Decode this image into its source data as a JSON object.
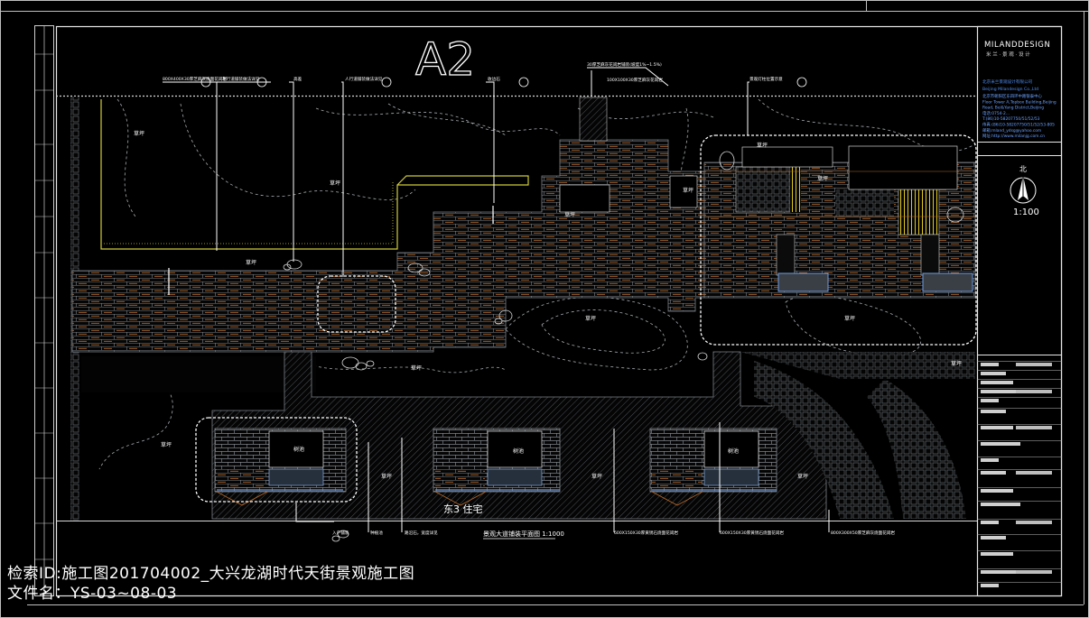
{
  "drawing": {
    "sheet_label": "A2",
    "scale": "1:100",
    "north_label": "北",
    "building_label": "东3  住宅",
    "plan_title": "景观大道铺装平面图 1:1000",
    "colors": {
      "background": "#000000",
      "frame": "#ffffff",
      "paving": "#8a8f95",
      "paving_orange": "#c07028",
      "dashed": "#b9bcc0",
      "lawn_edge": "#c8c830",
      "yellow": "#e6d21e",
      "slab": "#2b4a8a"
    }
  },
  "title_block": {
    "company": "MILANDDESIGN",
    "company_sub": "米 兰 · 景 观 · 设 计",
    "company_cn": "北京米兰景观设计有限公司",
    "company_en": "Beijing Milandesign Co.,Ltd",
    "address_lines": [
      "北京市朝阳区东四环中路银泰中心",
      "Floor Tower A,Topbox Building,Beijing",
      "Road, Bei&Yang District,Beijing",
      "电话:0754-2...",
      "T:(86)10-58207750/51/52/53",
      "传真:(86)10-58207750/51/52/53-805",
      "邮箱:mland_ydsg@yahoo.com",
      "网址:http://www.milanjg.com.cn"
    ]
  },
  "labels": {
    "lawn": "草坪",
    "tree_pool": "树池"
  },
  "callouts": [
    "800X400X30厚芝麻灰烧面花岗岩",
    "车行道铺装做法详见",
    "高差",
    "人行道铺装做法详见",
    "收边石",
    "30厚芝麻灰花岗岩铺装(坡度1%~1.5%)",
    "100X100X30厚芝麻灰花岗岩",
    "景观灯柱位置示意",
    "入户铺装",
    "种植池",
    "路沿石，宽度详见",
    "600X150X30厚黄锈石烧面花岗岩",
    "600X150X30厚黄锈石烧面花岗岩",
    "800X300X50厚芝麻灰烧面花岗岩"
  ],
  "footer": {
    "id_line": "检索ID:施工图201704002_大兴龙湖时代天街景观施工图",
    "file_line": "文件名：YS-03~08-03"
  }
}
